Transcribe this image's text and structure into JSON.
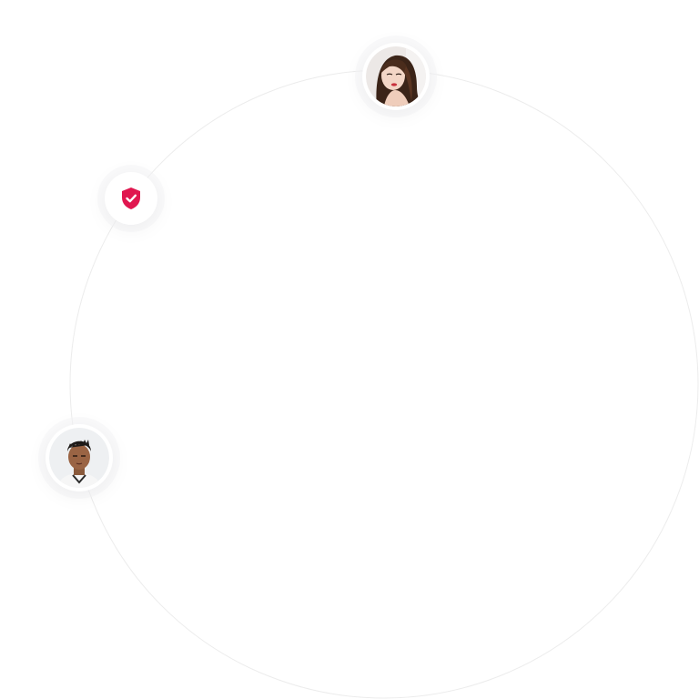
{
  "colors": {
    "accent": "#e0174f",
    "orbit_line": "#ececec",
    "background": "#ffffff"
  },
  "icons": {
    "shield": "shield-check-icon"
  },
  "nodes": [
    {
      "kind": "avatar",
      "name": "woman-avatar"
    },
    {
      "kind": "icon",
      "name": "shield-check-icon"
    },
    {
      "kind": "avatar",
      "name": "man-avatar"
    }
  ]
}
